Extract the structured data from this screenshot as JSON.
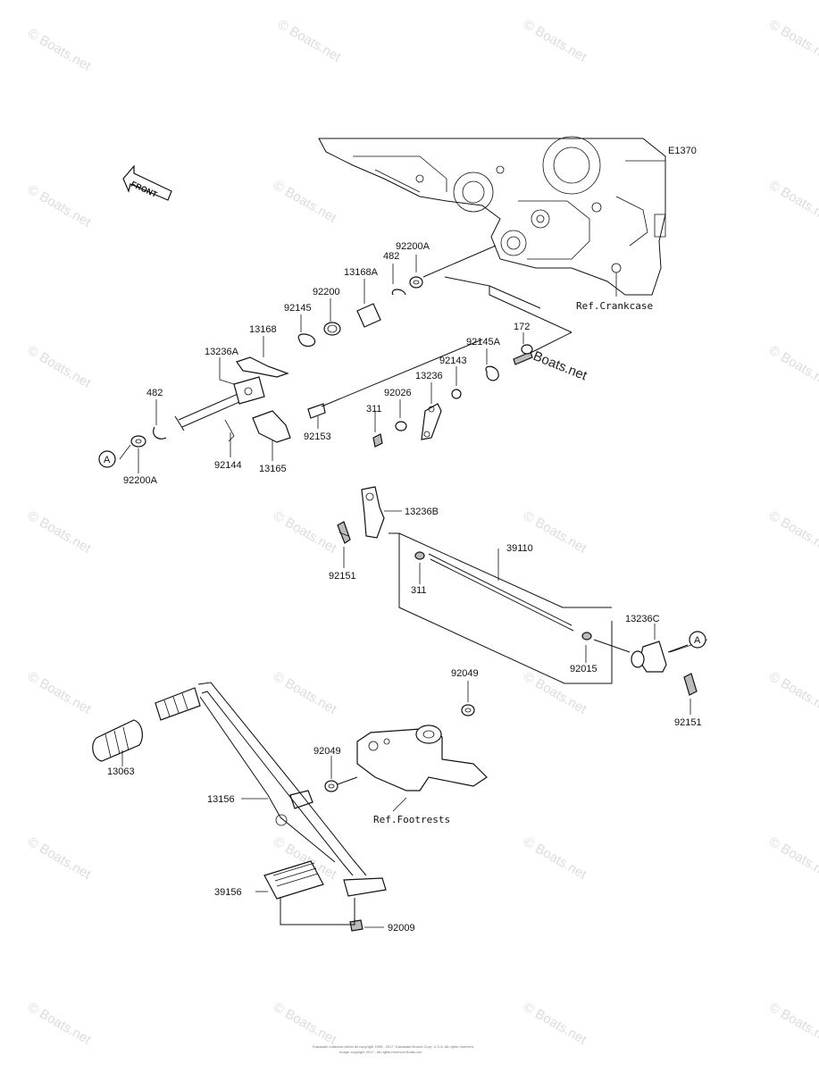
{
  "diagram_code": "E1370",
  "front_arrow": {
    "label": "FRONT"
  },
  "callout_a": "A",
  "references": {
    "crankcase": "Ref.Crankcase",
    "footrests": "Ref.Footrests"
  },
  "watermark": "© Boats.net",
  "overlay_watermark": "Boats.net",
  "parts": {
    "p92200A_top": "92200A",
    "p482_top": "482",
    "p13168A": "13168A",
    "p92200": "92200",
    "p92145": "92145",
    "p13168": "13168",
    "p13236A": "13236A",
    "p482_left": "482",
    "p92200A_left": "92200A",
    "p92144": "92144",
    "p13165": "13165",
    "p92153": "92153",
    "p311_top": "311",
    "p92026": "92026",
    "p13236": "13236",
    "p92143": "92143",
    "p92145A": "92145A",
    "p172": "172",
    "p13236B": "13236B",
    "p92151_left": "92151",
    "p311_mid": "311",
    "p39110": "39110",
    "p13236C": "13236C",
    "p92015": "92015",
    "p92151_right": "92151",
    "p92049_top": "92049",
    "p92049_mid": "92049",
    "p13063": "13063",
    "p13156": "13156",
    "p39156": "39156",
    "p92009": "92009"
  },
  "footer": {
    "line1": "Kawasaki materials within all copyright 1995 - 2017. Kawasaki Motors Corp. U.S.A. All rights reserved.",
    "line2": "Image copyright 2017 - All rights reserved Boats.net"
  }
}
